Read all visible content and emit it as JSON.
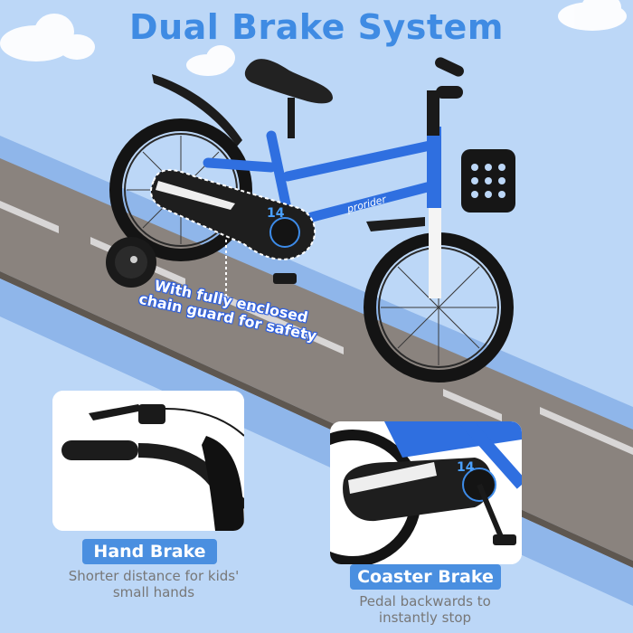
{
  "title": "Dual Brake System",
  "callout": {
    "line1": "With fully enclosed",
    "line2": "chain guard for safety"
  },
  "bike": {
    "brand": "prorider",
    "size_label": "14",
    "frame_color": "#2f6fe0"
  },
  "features": [
    {
      "name": "Hand Brake",
      "description_line1": "Shorter distance for kids'",
      "description_line2": "small hands"
    },
    {
      "name": "Coaster Brake",
      "description_line1": "Pedal backwards to",
      "description_line2": "instantly stop"
    }
  ],
  "colors": {
    "background": "#bcd7f7",
    "title": "#3f8be3",
    "badge": "#4a8fe0",
    "road": "#8a837e",
    "road_edge": "#8fb6ea",
    "description": "#777777"
  }
}
